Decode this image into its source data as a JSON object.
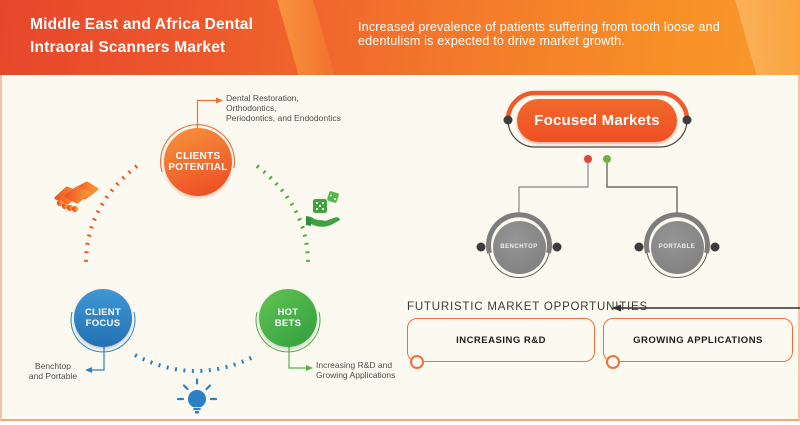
{
  "header": {
    "title": [
      "Middle East and Africa Dental",
      "Intraoral Scanners Market"
    ],
    "subtitle": "Increased prevalence of patients suffering from tooth loose and edentulism is expected to drive market growth."
  },
  "cycle": {
    "nodes": [
      {
        "id": "clients-potential",
        "color": "#ee5a28",
        "label": [
          "CLIENTS",
          "POTENTIAL"
        ],
        "annotation": [
          "Dental Restoration,",
          "Orthodontics,",
          "Periodontics, and Endodontics"
        ]
      },
      {
        "id": "client-focus",
        "color": "#2d80c2",
        "label": [
          "CLIENT",
          "FOCUS"
        ],
        "annotation": [
          "Benchtop",
          "and Portable"
        ]
      },
      {
        "id": "hot-bets",
        "color": "#4cae44",
        "label": [
          "HOT",
          "BETS"
        ],
        "annotation": [
          "Increasing R&D and",
          "Growing Applications"
        ]
      }
    ],
    "icons": [
      "handshake-icon",
      "money-hand-icon",
      "lightbulb-icon"
    ]
  },
  "focused_markets": {
    "label": "Focused Markets",
    "branches": [
      {
        "label": "BENCHTOP",
        "dot_color": "#e0453a"
      },
      {
        "label": "PORTABLE",
        "dot_color": "#6db33f"
      }
    ]
  },
  "opportunities": {
    "heading": "FUTURISTIC MARKET OPPORTUNITIES",
    "items": [
      {
        "label": "INCREASING R&D"
      },
      {
        "label": "GROWING APPLICATIONS"
      }
    ]
  },
  "colors": {
    "banner_start": "#e7462b",
    "banner_end": "#f89a2e",
    "background": "#fcfaf0",
    "accent_orange": "#ef6f3c",
    "blue": "#2d80c2",
    "green": "#4cae44",
    "gray_node": "#868686",
    "frame_border": "#f6c2a8"
  }
}
